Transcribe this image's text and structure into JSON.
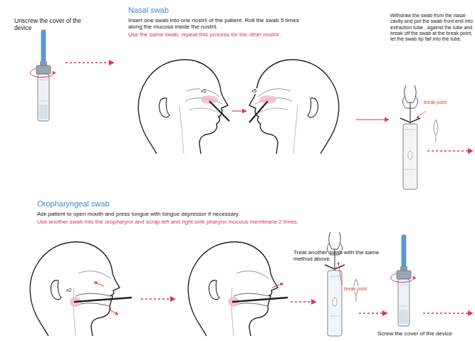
{
  "diagram": {
    "labels": [
      "Unscrew the cover of the device",
      "Nasal swab",
      "Insert one swab into one nostril of the patient. Roll the swab 5 times along the mucosa inside the nostril.",
      "Use the same swab, repeat this process for the other nostril .",
      "x5",
      "x5",
      "Withdraw the swab from the nasal cavity and put the swab front end into extraction tube , against the tube and break off the swab at the break point, let the swab tip fall into the tube.",
      "break point",
      "Oropharyngeal swab",
      "Ask patient to open mouth and press tongue with tongue depressor if necessary.",
      "Use another swab into the oropharynx and scrap left and right side pharynx mucous membrane 2 times.",
      "x2",
      "Treat another swab with the same method above.",
      "break point",
      "Screw the cover of the device"
    ]
  }
}
